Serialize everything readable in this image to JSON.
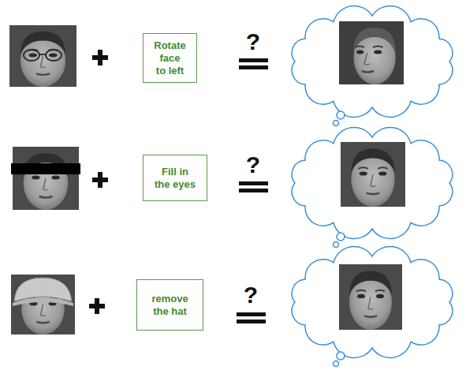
{
  "diagram": {
    "nodes": [
      {
        "text": [
          "Rotate face to left"
        ]
      },
      {
        "text": [
          "Fill in the eyes"
        ]
      },
      {
        "text": [
          "remove the hat"
        ]
      }
    ],
    "labels": [
      "?",
      "?",
      "?"
    ]
  }
}
